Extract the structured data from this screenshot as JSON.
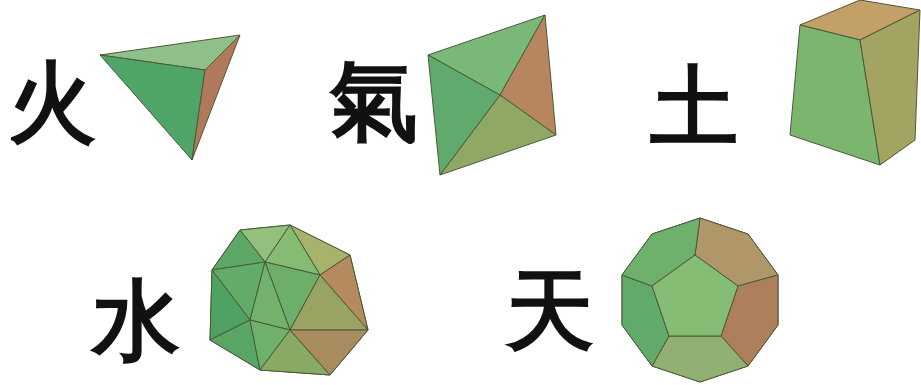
{
  "diagram": {
    "labels": [
      "火",
      "氣",
      "土",
      "水",
      "天"
    ]
  }
}
